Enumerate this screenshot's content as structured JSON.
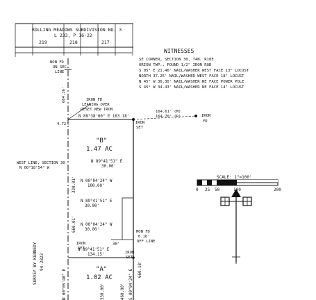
{
  "subdivision": {
    "title": "ROLLING MEADOWS SUBDIVISION NO. 3",
    "liber": "L 233, P 16-22",
    "lots": [
      "219",
      "218",
      "217"
    ]
  },
  "witnesses": {
    "title": "WITNESSES",
    "lines": [
      "SE CORNER, SECTION 30, T4N, R10E",
      "ORION TWP., FOUND 1/2\" IRON ROD",
      "S 05° E 21.46' NAIL/WASHER WEST FACE 13\" LOCUST",
      "NORTH 37.25' NAIL/WASHER WEST FACE 18\" LOCUST",
      "N 45° W 36.30' NAIL/WASHER NE FACE POWER POLE",
      "S 45° W 34.43' NAIL/WASHER NE FACE 14\" LOCUST"
    ]
  },
  "labels": {
    "non_fd_1": "NON FD",
    "non_fd_2": "ON SEC.",
    "non_fd_3": "LINE",
    "dist_664": "664.16'",
    "iron_lean_1": "IRON FD",
    "iron_lean_2": "LEANING OVER",
    "iron_lean_3": "RESET NEW IRON",
    "north_line": "N 89°38'00\" E  163.18'",
    "meas_m": "164.61' (M)",
    "meas_r": "164.70' (R)",
    "iron_fd_right_1": "IRON",
    "iron_fd_right_2": "FD",
    "dist_472": "4.72'",
    "iron_set_top_1": "IRON",
    "iron_set_top_2": "SET",
    "parcel_b_letter": "\"B\"",
    "parcel_b_area": "1.47 AC",
    "west_line_1": "WEST LINE, SECTION 30",
    "west_line_2": "N 00°18'54\" W",
    "b1_bearing": "N 89°41'51\" E",
    "b1_dist": "30.00'",
    "b2_bearing": "N 00°04'24\" W",
    "b2_dist": "100.00'",
    "b3_bearing": "N 89°41'51\" E",
    "b3_dist": "30.00'",
    "b4_bearing": "N 00°04'24\" W",
    "b4_dist": "30.00'",
    "dist_330": "330.01'",
    "dist_660": "660.01'",
    "dist_30": "30'",
    "mon_fd_1": "MON FD",
    "mon_fd_2": "0.16'",
    "mon_fd_3": "OFF LINE",
    "iron_set_mid_1": "IRON",
    "iron_set_mid_2": "SET",
    "iron_set_right_1": "IRON",
    "iron_set_right_2": "SET",
    "a_bearing": "N 89°41'51\" E",
    "a_dist": "134.15'",
    "dist_660_18": "660.18'",
    "parcel_a_letter": "\"A\"",
    "parcel_a_area": "1.02 AC",
    "survey_1": "SURVEY BY KENNEDY",
    "survey_2": "94-2823",
    "bottom_left_bearing": "N 00°05'40\" E",
    "dist_330_00": "330.00'",
    "dist_460": "460.00'",
    "bottom_right_bearing": "S 00°04'24\" E"
  },
  "scale": {
    "label": "SCALE: 1\"=100'",
    "ticks": [
      "0",
      "25",
      "50",
      "100",
      "200"
    ]
  }
}
